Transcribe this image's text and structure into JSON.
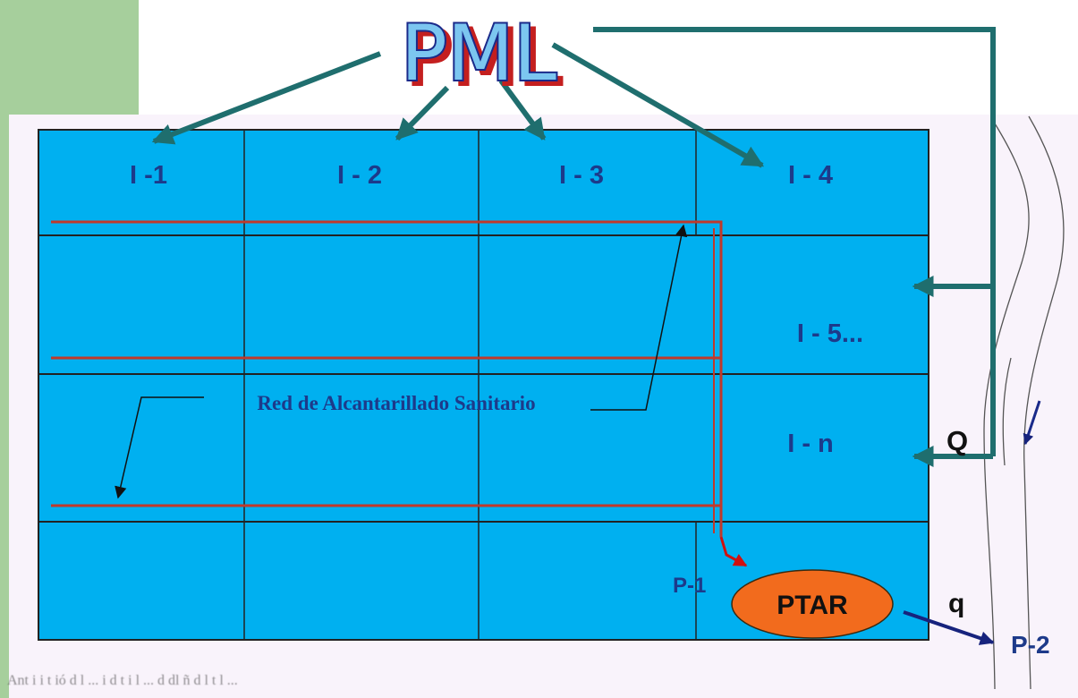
{
  "pml_label": "PML",
  "zones": [
    "I -1",
    "I - 2",
    "I - 3",
    "I - 4",
    "I - 5...",
    "I - n"
  ],
  "network_label": "Red de Alcantarillado Sanitario",
  "plant_label": "PTAR",
  "point_labels": {
    "p1": "P-1",
    "p2": "P-2"
  },
  "flow_labels": {
    "big": "Q",
    "small": "q"
  },
  "caption": "Ant i i t ió d l ... i d t i l ... d dl ñ d l t l ...",
  "colors": {
    "grid_fill": "#00b0f0",
    "pml_arrows": "#1f6e6e",
    "sewer_lines": "#c0392b",
    "plant_fill": "#f26b1d",
    "discharge_arrow": "#17237d",
    "zone_label": "#1d3a8a",
    "green_bg": "#a6cf9c"
  }
}
